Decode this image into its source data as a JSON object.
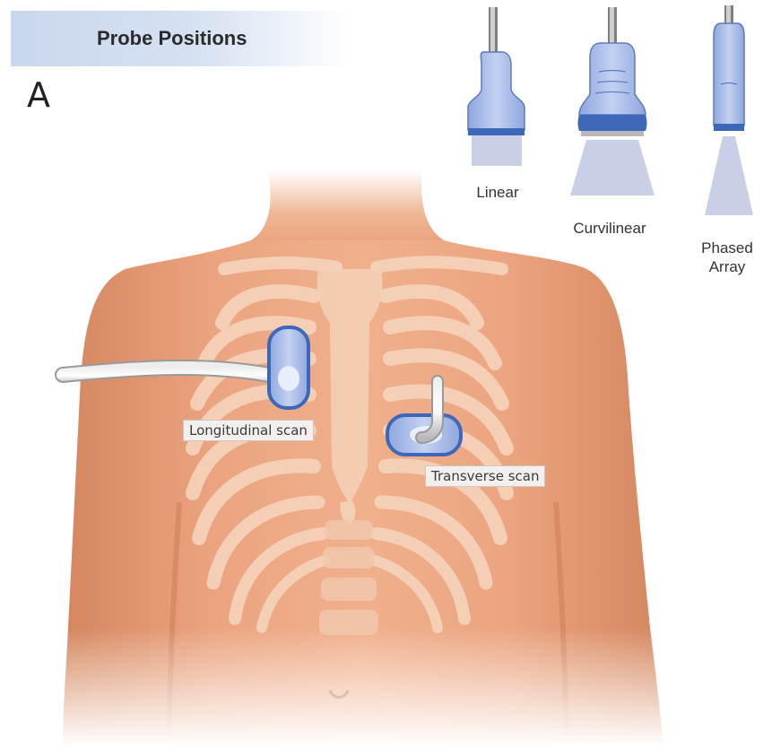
{
  "header": {
    "title": "Probe Positions",
    "panel_letter": "A"
  },
  "probes": [
    {
      "label": "Linear",
      "icon": "linear-probe-icon"
    },
    {
      "label": "Curvilinear",
      "icon": "curvilinear-probe-icon"
    },
    {
      "label_lines": [
        "Phased",
        "Array"
      ],
      "icon": "phased-array-probe-icon"
    }
  ],
  "scans": {
    "longitudinal": "Longitudinal scan",
    "transverse": "Transverse scan"
  },
  "colors": {
    "skin": "#e9a27c",
    "skin_dark": "#d98860",
    "bone": "#f4d2b8",
    "probe_blue": "#a9bde8",
    "probe_outline": "#3d67b8",
    "beam": "#c9cfe6",
    "header_band": "#c9d7ee"
  }
}
